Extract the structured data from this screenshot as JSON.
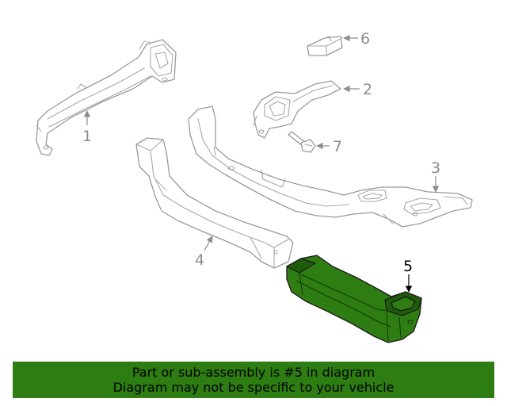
{
  "callouts": [
    {
      "number": "1",
      "active": false
    },
    {
      "number": "2",
      "active": false
    },
    {
      "number": "3",
      "active": false
    },
    {
      "number": "4",
      "active": false
    },
    {
      "number": "5",
      "active": true
    },
    {
      "number": "6",
      "active": false
    },
    {
      "number": "7",
      "active": false
    }
  ],
  "banner": {
    "line1": "Part or sub-assembly is #5 in diagram",
    "line2": "Diagram may not be specific to your vehicle"
  },
  "colors": {
    "highlight": "#2e7d12",
    "line_art": "#9a9a9a",
    "banner_background": "#2e7d12"
  }
}
